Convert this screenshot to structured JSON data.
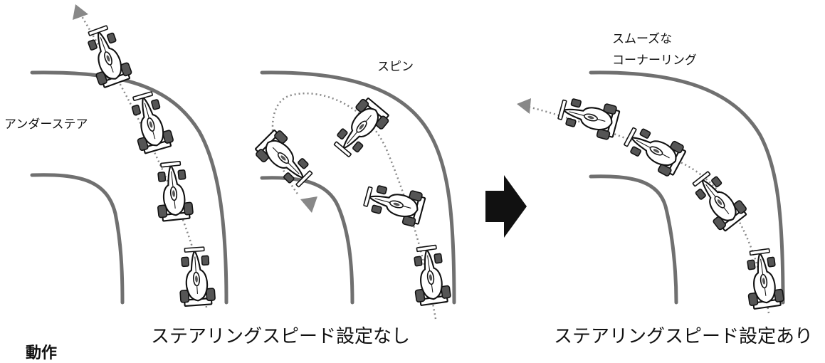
{
  "panels": {
    "left": {
      "label": "アンダーステア",
      "caption": "ステアリングスピード設定なし"
    },
    "middle": {
      "label": "スピン"
    },
    "right": {
      "label_line1": "スムーズな",
      "label_line2": "コーナーリング",
      "caption": "ステアリングスピード設定あり"
    }
  },
  "cutoff_heading": "動作",
  "icons": {
    "transition": "right-arrow-icon",
    "car": "formula-car-icon",
    "trajectory": "trajectory-arrow-icon"
  },
  "colors": {
    "track": "#707070",
    "car_outline": "#111111",
    "tire": "#555555",
    "trajectory": "#888888",
    "transition_arrow": "#111111"
  }
}
